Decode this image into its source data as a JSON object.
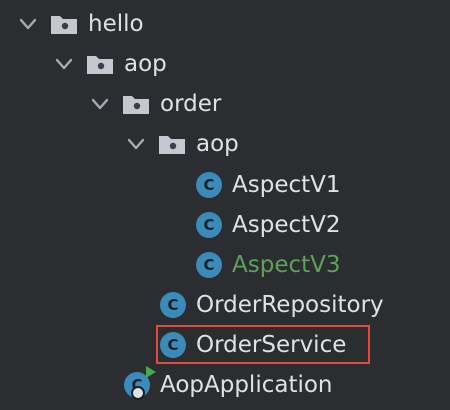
{
  "tree": {
    "nodes": [
      {
        "type": "folder",
        "label": "hello",
        "expanded": true,
        "icon": "folder-icon"
      },
      {
        "type": "folder",
        "label": "aop",
        "expanded": true,
        "icon": "folder-icon"
      },
      {
        "type": "folder",
        "label": "order",
        "expanded": true,
        "icon": "folder-icon"
      },
      {
        "type": "folder",
        "label": "aop",
        "expanded": true,
        "icon": "folder-icon"
      },
      {
        "type": "class",
        "label": "AspectV1",
        "icon": "java-class-icon",
        "icon_letter": "C"
      },
      {
        "type": "class",
        "label": "AspectV2",
        "icon": "java-class-icon",
        "icon_letter": "C"
      },
      {
        "type": "class",
        "label": "AspectV3",
        "icon": "java-class-icon",
        "icon_letter": "C",
        "color": "#5fa05d"
      },
      {
        "type": "class",
        "label": "OrderRepository",
        "icon": "java-class-icon",
        "icon_letter": "C"
      },
      {
        "type": "class",
        "label": "OrderService",
        "icon": "java-class-icon",
        "icon_letter": "C",
        "highlighted": true
      },
      {
        "type": "class",
        "label": "AopApplication",
        "icon": "spring-application-icon",
        "icon_letter": "C"
      }
    ]
  },
  "colors": {
    "background": "#2b2d30",
    "text": "#dfe1e5",
    "modified_text": "#5fa05d",
    "class_icon": "#3b8bba",
    "highlight_border": "#e04b3a"
  }
}
